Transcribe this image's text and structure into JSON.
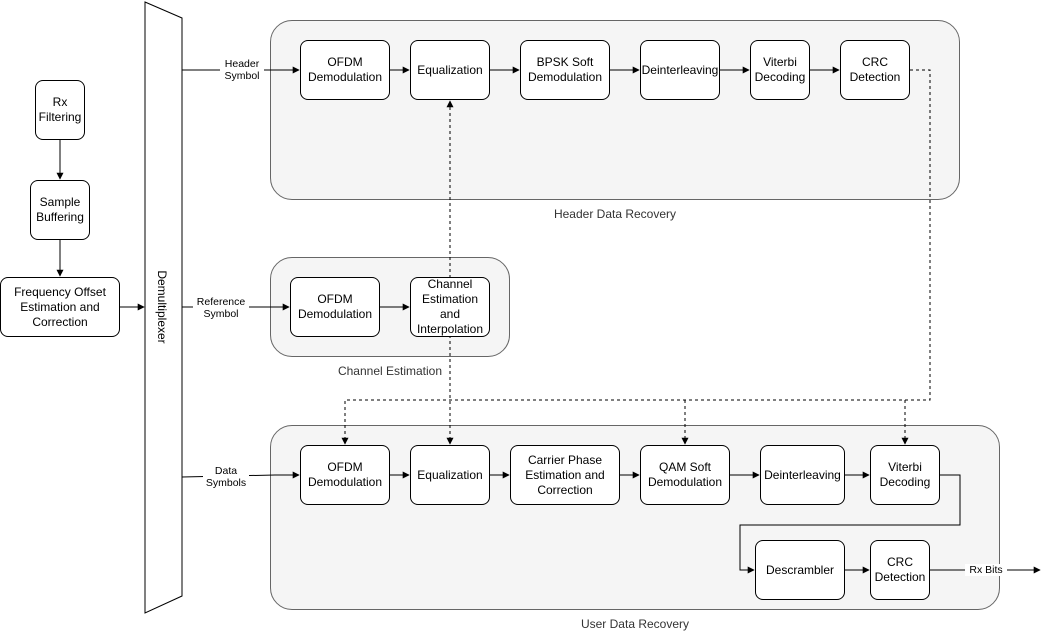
{
  "groups": {
    "header": "Header Data Recovery",
    "channel": "Channel Estimation",
    "user": "User Data Recovery"
  },
  "pre": {
    "rx_filtering": "Rx\nFiltering",
    "sample_buffering": "Sample\nBuffering",
    "freq_offset": "Frequency Offset\nEstimation and\nCorrection"
  },
  "demux": "Demultiplexer",
  "edge_labels": {
    "header_symbol": "Header\nSymbol",
    "reference_symbol": "Reference\nSymbol",
    "data_symbols": "Data\nSymbols",
    "rx_bits": "Rx Bits"
  },
  "header_blocks": {
    "ofdm": "OFDM\nDemodulation",
    "equalization": "Equalization",
    "bpsk": "BPSK Soft\nDemodulation",
    "deinterleaving": "Deinterleaving",
    "viterbi": "Viterbi\nDecoding",
    "crc": "CRC\nDetection"
  },
  "channel_blocks": {
    "ofdm": "OFDM\nDemodulation",
    "chest": "Channel\nEstimation\nand\nInterpolation"
  },
  "user_blocks": {
    "ofdm": "OFDM\nDemodulation",
    "equalization": "Equalization",
    "carrier_phase": "Carrier Phase\nEstimation and\nCorrection",
    "qam": "QAM Soft\nDemodulation",
    "deinterleaving": "Deinterleaving",
    "viterbi": "Viterbi\nDecoding",
    "descrambler": "Descrambler",
    "crc": "CRC\nDetection"
  }
}
